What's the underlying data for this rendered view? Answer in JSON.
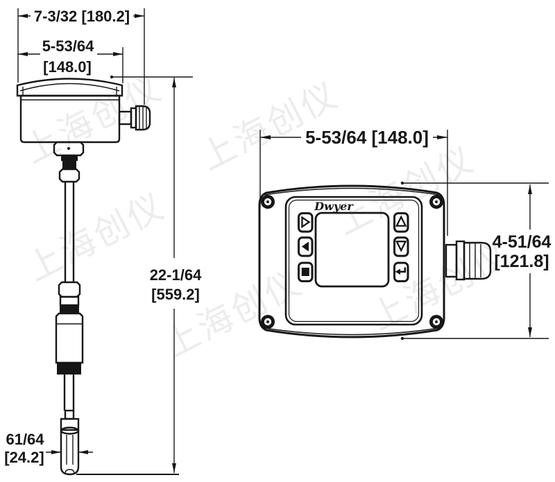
{
  "drawing": {
    "type": "dimensional-technical-drawing",
    "brand": "Dwyer",
    "watermark": {
      "text": "上海创仪",
      "color": "rgba(0,0,0,0.075)"
    },
    "line_color": "#161616",
    "background": "#ffffff"
  },
  "side_view": {
    "name": "probe transmitter side view",
    "dims": {
      "overall_width": "7-3/32 [180.2]",
      "head_width_line1": "5-53/64",
      "head_width_line2": "[148.0]",
      "overall_height_line1": "22-1/64",
      "overall_height_line2": "[559.2]",
      "tip_dia_line1": "61/64",
      "tip_dia_line2": "[24.2]"
    }
  },
  "front_view": {
    "name": "transmitter front view",
    "brand_label": "Dwyer",
    "dims": {
      "width": "5-53/64 [148.0]",
      "height_line1": "4-51/64",
      "height_line2": "[121.8]"
    },
    "buttons": [
      {
        "icon": "arrow-right-icon",
        "style": "hollow-right-triangle"
      },
      {
        "icon": "arrow-left-icon",
        "style": "solid-left-triangle"
      },
      {
        "icon": "stop-square-icon",
        "style": "solid-square"
      },
      {
        "icon": "arrow-up-icon",
        "style": "hollow-up-triangle"
      },
      {
        "icon": "arrow-down-icon",
        "style": "hollow-down-triangle"
      },
      {
        "icon": "enter-return-icon",
        "style": "return-arrow"
      }
    ]
  }
}
